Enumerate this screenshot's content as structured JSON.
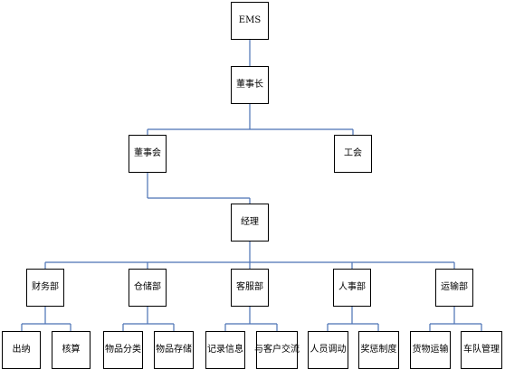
{
  "line_color": "#4a72b5",
  "nodes": {
    "ems": "EMS",
    "chairman": "董事长",
    "board": "董事会",
    "union": "工会",
    "manager": "经理",
    "finance": "财务部",
    "warehouse": "仓储部",
    "customer_service": "客服部",
    "hr": "人事部",
    "transport": "运输部",
    "cashier": "出纳",
    "accounting": "核算",
    "item_classification": "物品分类",
    "item_storage": "物品存储",
    "record_info": "记录信息",
    "customer_communication": "与客户交流",
    "staff_transfer": "人员调动",
    "reward_penalty_system": "奖惩制度",
    "cargo_transport": "货物运输",
    "fleet_management": "车队管理"
  }
}
